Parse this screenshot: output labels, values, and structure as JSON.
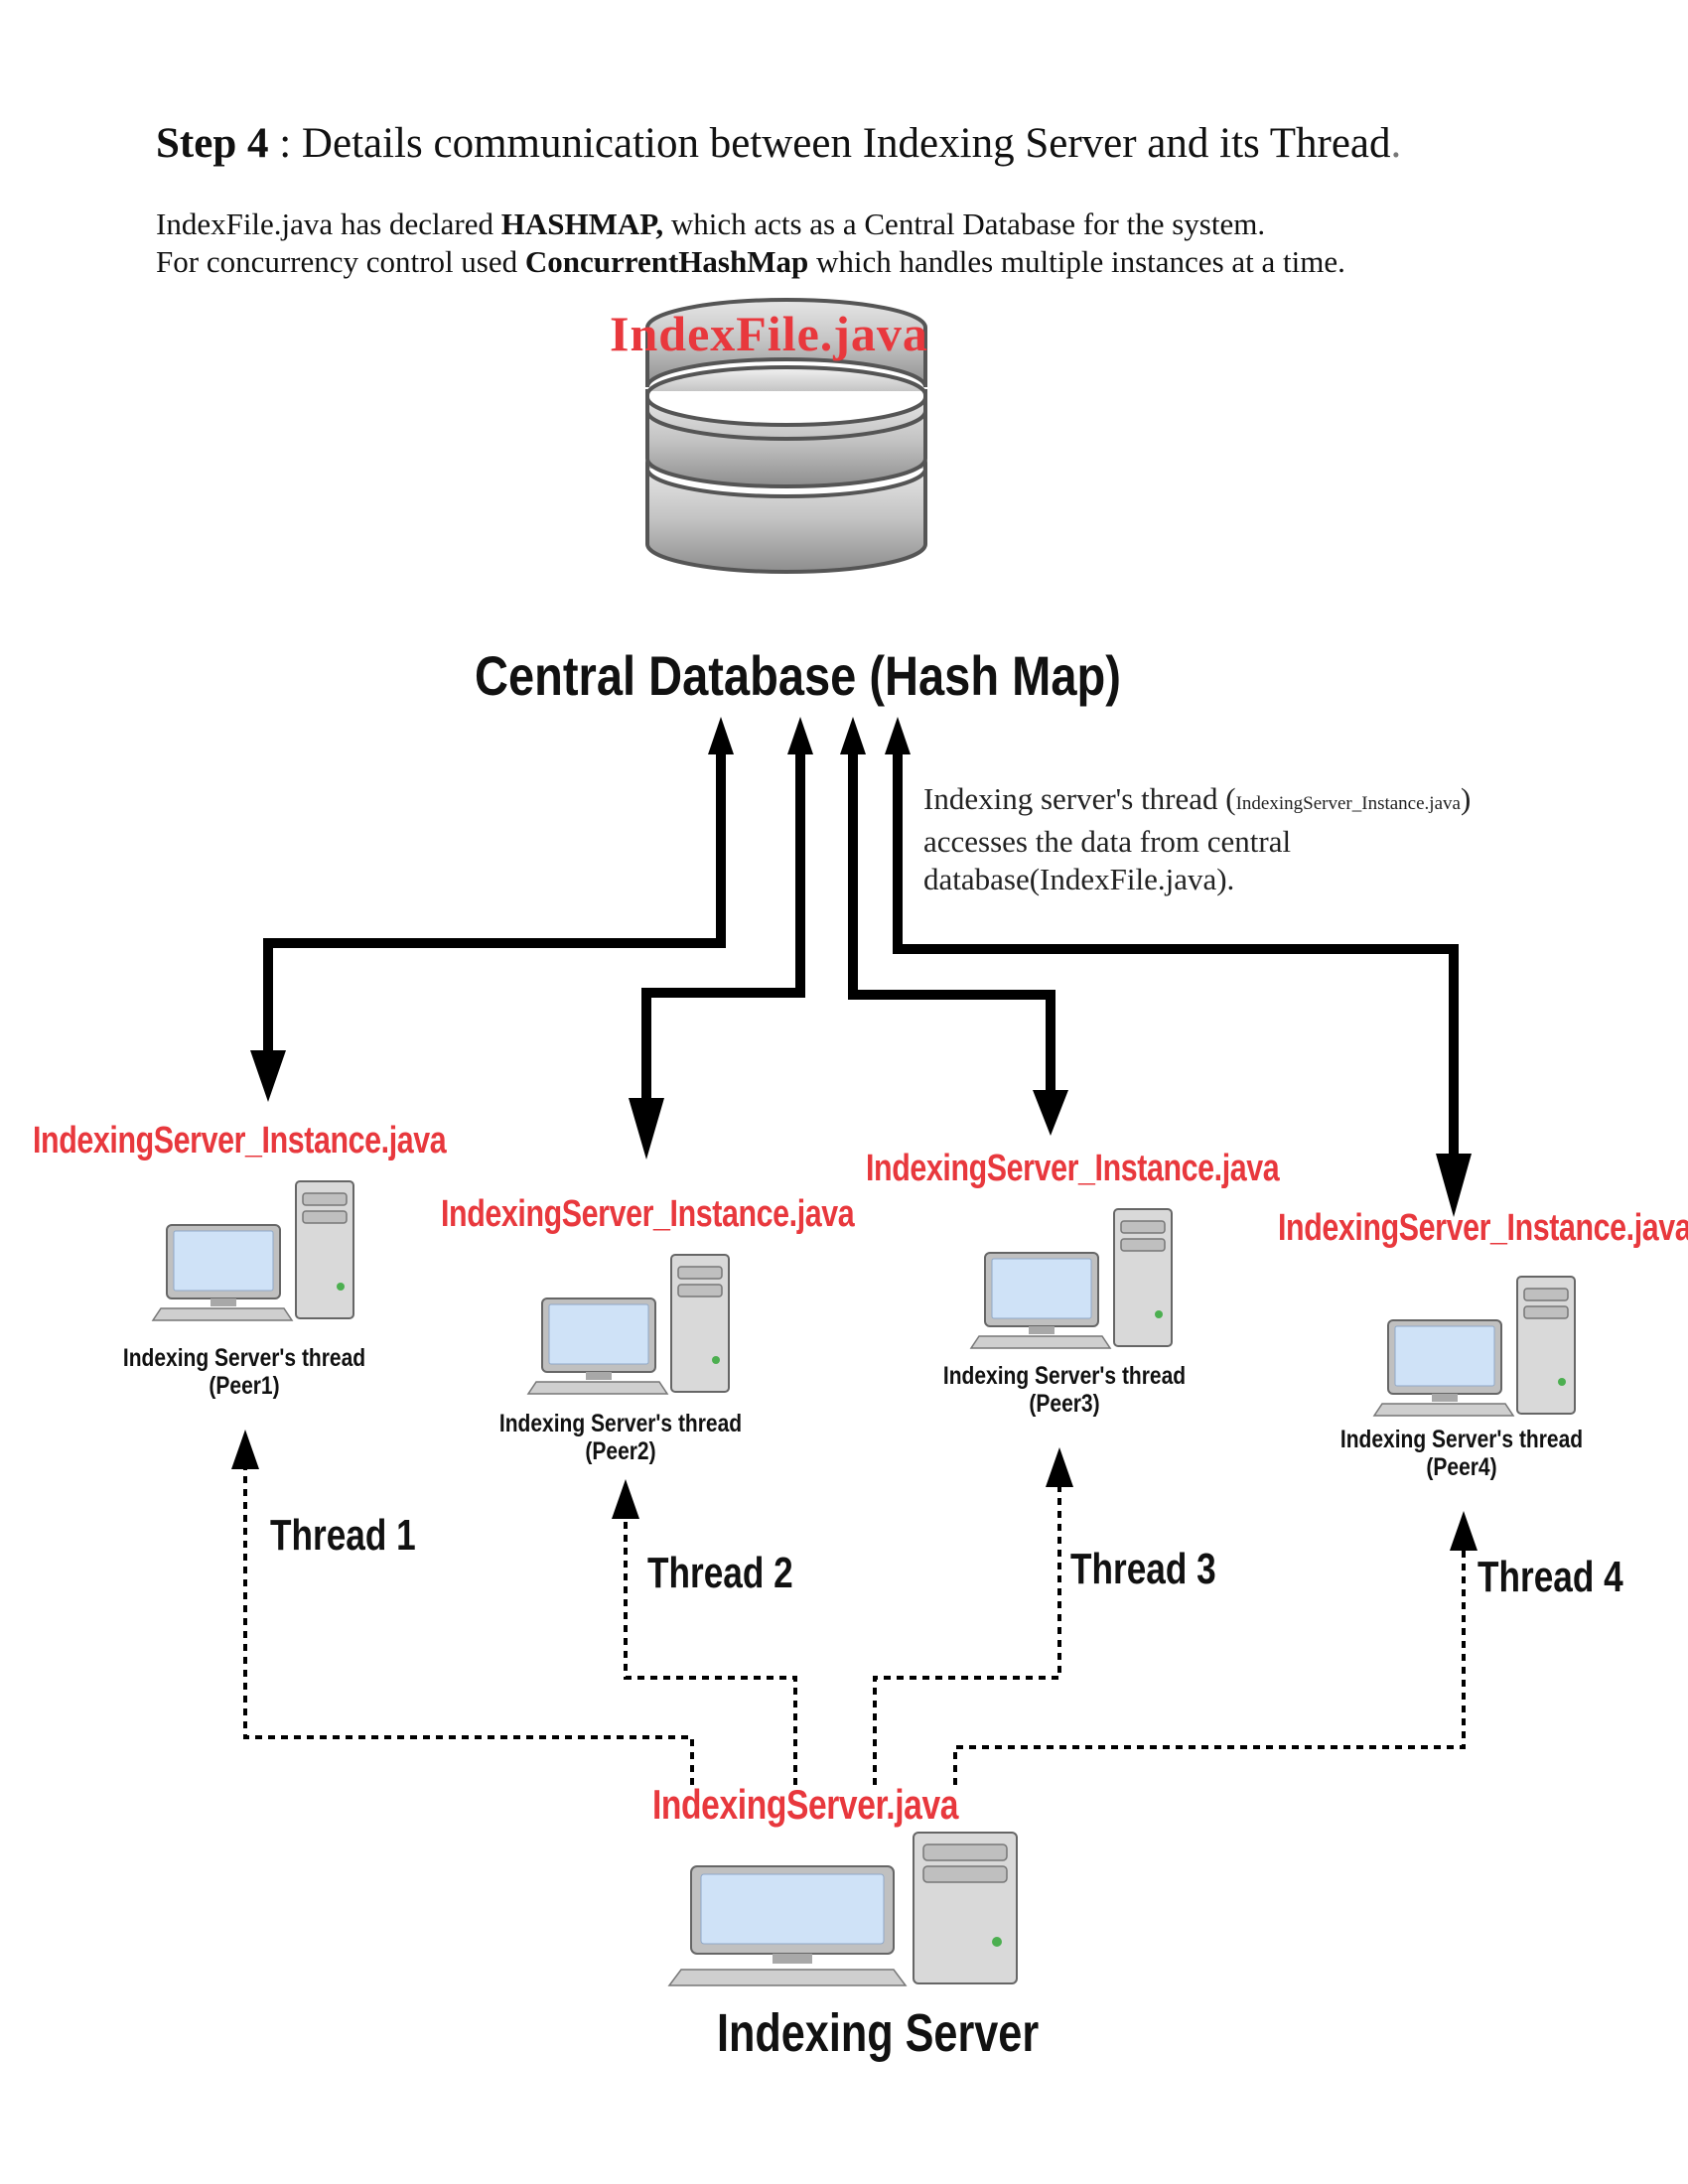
{
  "heading": {
    "step": "Step 4",
    "text": " : Details communication between Indexing Server and its Thread",
    "period": "."
  },
  "intro": {
    "line1_pre": "IndexFile.java has declared ",
    "line1_bold": "HASHMAP,",
    "line1_post": " which acts as a Central Database for the system.",
    "line2_pre": "For concurrency control used ",
    "line2_bold": "ConcurrentHashMap",
    "line2_post": " which handles multiple instances at a time."
  },
  "database": {
    "file": "IndexFile.java",
    "label": "Central Database (Hash Map)"
  },
  "note": {
    "line1_pre": "Indexing server's thread (",
    "line1_small": "IndexingServer_Instance.java",
    "line1_post": ")",
    "line2": "accesses the data from central",
    "line3": "database(IndexFile.java)."
  },
  "instances": [
    {
      "file": "IndexingServer_Instance.java",
      "caption1": "Indexing Server's thread",
      "caption2": "(Peer1)",
      "thread": "Thread 1"
    },
    {
      "file": "IndexingServer_Instance.java",
      "caption1": "Indexing Server's thread",
      "caption2": "(Peer2)",
      "thread": "Thread 2"
    },
    {
      "file": "IndexingServer_Instance.java",
      "caption1": "Indexing Server's thread",
      "caption2": "(Peer3)",
      "thread": "Thread 3"
    },
    {
      "file": "IndexingServer_Instance.java",
      "caption1": "Indexing Server's thread",
      "caption2": "(Peer4)",
      "thread": "Thread 4"
    }
  ],
  "server": {
    "file": "IndexingServer.java",
    "label": "Indexing Server"
  },
  "colors": {
    "accent_red": "#e8383d",
    "arrow": "#000000",
    "db_gray": "#b5b5b5",
    "screen_blue": "#cfe2f7"
  }
}
